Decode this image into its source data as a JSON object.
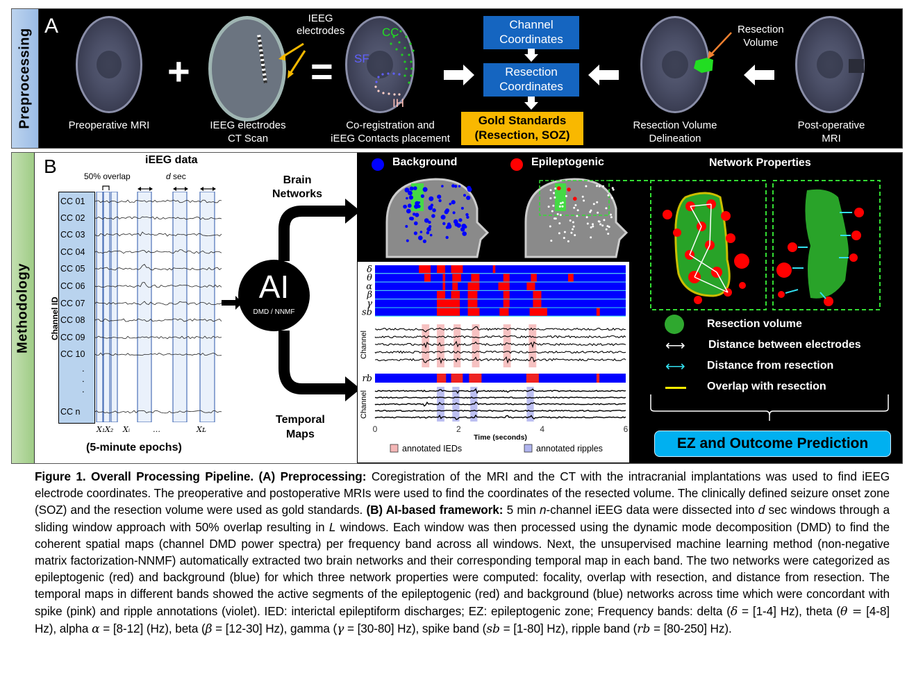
{
  "colors": {
    "panel_bg": "#000000",
    "preproc_side": "#a9c6ea",
    "method_side": "#b2d69c",
    "blue_box": "#1565c0",
    "gold_box": "#f9b800",
    "background_net": "#0000ff",
    "epileptogenic_net": "#ff0000",
    "ez_box": "#00b0f0",
    "ied_annot": "#f4b6b6",
    "ripple_annot": "#b0b4ee",
    "resection_green": "#33cc33",
    "overlap_yellow": "#ffee00",
    "distance_cyan": "#33e0f0"
  },
  "panelA": {
    "side_label": "Preprocessing",
    "letter": "A",
    "plus": "+",
    "equals": "=",
    "items": [
      {
        "caption_line1": "Preoperative MRI",
        "caption_line2": ""
      },
      {
        "caption_line1": "IEEG electrodes",
        "caption_line2": "CT Scan"
      },
      {
        "caption_line1": "Co-registration and",
        "caption_line2": "iEEG Contacts placement"
      },
      {
        "caption_line1": "Resection Volume",
        "caption_line2": "Delineation"
      },
      {
        "caption_line1": "Post-operative",
        "caption_line2": "MRI"
      }
    ],
    "ieeg_annot_line1": "IEEG",
    "ieeg_annot_line2": "electrodes",
    "region_labels": {
      "cc": "CC",
      "sf": "SF",
      "ih": "IH"
    },
    "resection_annot_line1": "Resection",
    "resection_annot_line2": "Volume",
    "flow": {
      "channel_coords_line1": "Channel",
      "channel_coords_line2": "Coordinates",
      "resection_coords_line1": "Resection",
      "resection_coords_line2": "Coordinates",
      "gold_line1": "Gold Standards",
      "gold_line2": "(Resection, SOZ)"
    }
  },
  "panelB": {
    "side_label": "Methodology",
    "letter": "B",
    "ieeg": {
      "title": "iEEG data",
      "overlap_label": "50% overlap",
      "dsec_italic": "d",
      "dsec_rest": " sec",
      "channel_axis": "Channel ID",
      "channels": [
        "CC 01",
        "CC 02",
        "CC 03",
        "CC 04",
        "CC 05",
        "CC 06",
        "CC 07",
        "CC 08",
        "CC 09",
        "CC 10",
        "CC  n"
      ],
      "window_labels": [
        "X₁",
        "X₂",
        "Xᵢ",
        "…",
        "Xʟ"
      ],
      "footer": "(5-minute epochs)"
    },
    "ai": {
      "big": "AI",
      "small": "DMD / NNMF"
    },
    "brain_networks_line1": "Brain",
    "brain_networks_line2": "Networks",
    "temporal_maps_line1": "Temporal",
    "temporal_maps_line2": "Maps",
    "net_legend": {
      "background": "Background",
      "epileptogenic": "Epileptogenic",
      "properties_title": "Network Properties"
    },
    "prop_legend": [
      {
        "icon": "resection-volume-sphere",
        "label": "Resection volume"
      },
      {
        "icon": "white-double-arrow",
        "label": "Distance between electrodes"
      },
      {
        "icon": "cyan-double-arrow",
        "label": "Distance from resection"
      },
      {
        "icon": "yellow-line",
        "label": "Overlap with resection"
      }
    ],
    "ez_box": "EZ and Outcome Prediction"
  },
  "chart_data": {
    "type": "heatmap",
    "title": "",
    "xlabel": "Time (seconds)",
    "xlim": [
      0,
      6
    ],
    "xticks": [
      "0",
      "2",
      "4",
      "6"
    ],
    "bands": [
      "δ",
      "θ",
      "α",
      "β",
      "γ",
      "sb"
    ],
    "band_active_segments": [
      [
        [
          1.05,
          1.33
        ],
        [
          1.48,
          1.68
        ],
        [
          1.82,
          2.1
        ],
        [
          2.82,
          2.88
        ]
      ],
      [
        [
          1.18,
          1.33
        ],
        [
          1.62,
          1.68
        ],
        [
          1.85,
          2.06
        ],
        [
          2.3,
          2.5
        ],
        [
          3.07,
          3.22
        ],
        [
          3.73,
          3.87
        ],
        [
          4.62,
          4.75
        ]
      ],
      [
        [
          1.62,
          1.68
        ],
        [
          1.85,
          1.98
        ],
        [
          2.22,
          2.5
        ],
        [
          2.95,
          3.22
        ],
        [
          3.63,
          3.83
        ]
      ],
      [
        [
          1.48,
          1.68
        ],
        [
          1.82,
          2.03
        ],
        [
          2.22,
          2.45
        ],
        [
          3.07,
          3.22
        ],
        [
          3.78,
          3.98
        ]
      ],
      [
        [
          1.48,
          2.03
        ],
        [
          2.22,
          2.45
        ],
        [
          3.07,
          3.22
        ],
        [
          3.78,
          3.98
        ]
      ],
      [
        [
          1.48,
          2.03
        ],
        [
          2.22,
          2.5
        ],
        [
          2.98,
          3.2
        ],
        [
          3.7,
          4.12
        ],
        [
          5.3,
          5.38
        ]
      ]
    ],
    "rb_label": "rb",
    "rb_active_segments": [
      [
        1.48,
        1.7
      ],
      [
        1.82,
        2.1
      ],
      [
        2.25,
        2.55
      ],
      [
        3.62,
        3.92
      ],
      [
        5.3,
        5.37
      ]
    ],
    "ied_annotations": [
      [
        1.12,
        1.3
      ],
      [
        1.48,
        1.66
      ],
      [
        1.88,
        2.05
      ],
      [
        2.32,
        2.5
      ],
      [
        3.07,
        3.25
      ],
      [
        3.68,
        3.86
      ]
    ],
    "ripple_annotations": [
      [
        1.48,
        1.66
      ],
      [
        1.85,
        2.02
      ],
      [
        2.28,
        2.45
      ],
      [
        3.63,
        3.8
      ]
    ],
    "channel_axis_label": "Channel",
    "series_count": 5,
    "legend": [
      {
        "label": "annotated IEDs",
        "color": "#f4b6b6"
      },
      {
        "label": "annotated ripples",
        "color": "#b0b4ee"
      }
    ],
    "legend_placement": "bottom"
  },
  "caption": {
    "fig_label": "Figure 1. Overall Processing Pipeline. (A) Preprocessing:",
    "a_text": " Coregistration of the MRI and the CT with the intracranial implantations was used to find iEEG electrode coordinates. The preoperative and postoperative MRIs were used to find the coordinates of the resected volume. The clinically defined seizure onset zone (SOZ) and the resection volume were used as gold standards. ",
    "b_label": "(B) AI-based framework:",
    "b_text1": " 5 min ",
    "b_n": "n",
    "b_text2": "-channel iEEG data were dissected into ",
    "b_d": "d",
    "b_text3": " sec windows through a sliding window approach with 50% overlap resulting in ",
    "b_L": "L",
    "b_text4": " windows. Each window was then processed using the dynamic mode decomposition (DMD) to find the coherent spatial maps (channel DMD power spectra) per frequency band across all windows. Next, the unsupervised machine learning method (non-negative matrix factorization-NNMF) automatically extracted two brain networks and their corresponding temporal map in each band. The two networks were categorized as epileptogenic (red) and background (blue) for which three network properties were computed: focality, overlap with resection, and distance from resection. The temporal maps in different bands showed the active segments of the epileptogenic (red) and background (blue) networks across time which were concordant with spike (pink) and ripple annotations (violet). IED: interictal epileptiform discharges; EZ: epileptogenic zone; Frequency bands: delta (",
    "g_delta": "δ",
    "t_delta": " = [1-4] Hz), theta (",
    "g_theta": "θ =",
    "t_theta": " [4-8] Hz), alpha ",
    "g_alpha": "α",
    "t_alpha": " = [8-12] (Hz), beta (",
    "g_beta": "β",
    "t_beta": " = [12-30] Hz), gamma (",
    "g_gamma": "γ",
    "t_gamma": " = [30-80] Hz), spike band (",
    "g_sb": "sb",
    "t_sb": " = [1-80] Hz), ripple band (",
    "g_rb": "rb",
    "t_rb": " = [80-250] Hz)."
  }
}
